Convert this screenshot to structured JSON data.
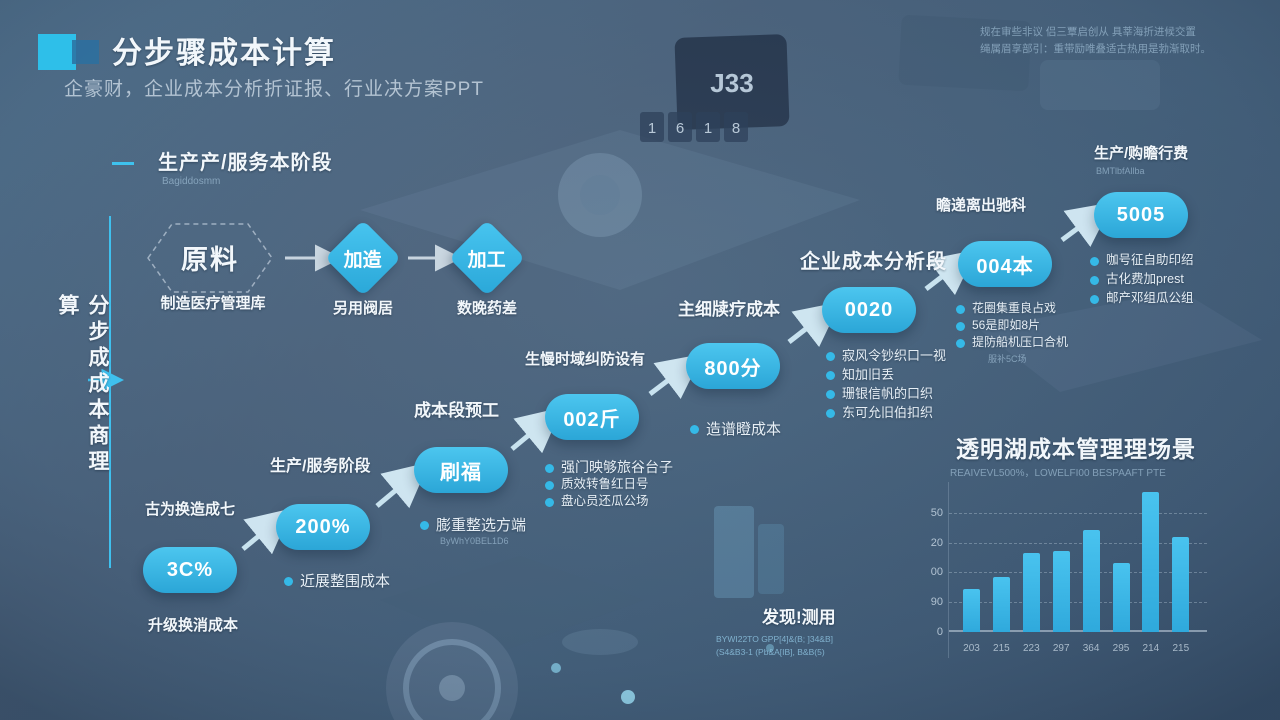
{
  "header": {
    "title": "分步骤成本计算",
    "subtitle": "企豪财，企业成本分析折证报、行业决方案PPT",
    "note_line1": "规在审些非议 侣三覃启创从 具莘海折进候交置",
    "note_line2": "绳属眉享部引：重带励唯叠适古热用是勃渐取时。"
  },
  "stage1": {
    "label": "生产产/服务本阶段",
    "sublabel": "Bagiddosmm",
    "hex": {
      "text": "原料",
      "caption": "制造医疗管理库"
    },
    "diamond1": {
      "text": "加造",
      "caption": "另用阀居"
    },
    "diamond2": {
      "text": "加工",
      "caption": "数晚药差"
    }
  },
  "vertical_label": "分步成成本商理算",
  "sections": {
    "analysis": "企业成本分析段",
    "stage2": "生产/服务阶段",
    "cost_seg": "成本段预工",
    "prod_time": "生慢时域纠防设有",
    "channel": "瞻递离出驰科",
    "prod_fee": "生产/购瞻行费",
    "prod_fee_sub": "BMTlbfAllba",
    "main_cost": "主细牍疗成本"
  },
  "steps": {
    "s1": {
      "value": "3C%",
      "above": "古为换造成七",
      "below": "升级换消成本",
      "bullet": "近展整围成本"
    },
    "s2": {
      "value": "200%"
    },
    "s3": {
      "value": "刷福",
      "bullet": "膨重整选方端",
      "bullet_sub": "ByWhY0BEL1D6"
    },
    "s4": {
      "value": "002斤",
      "bullets": [
        "强门映够旅谷台子",
        "质效转鲁红日号",
        "盘心员还瓜公场"
      ]
    },
    "s5": {
      "value": "800分",
      "bullet": "造谱瞪成本"
    },
    "s6": {
      "value": "0020",
      "bullets": [
        "寂风令钞织口一视",
        "知加旧丢",
        "珊银信帆的口织",
        "东可允旧伯扣织"
      ]
    },
    "s7": {
      "value": "004本",
      "bullets": [
        "花圈集重良占戏",
        "56是即如8片",
        "提防船机压口合机"
      ],
      "bullet_sub": "服补5C场"
    },
    "s8": {
      "value": "5005",
      "bullets": [
        "咖号征自助印绍",
        "古化费加prest",
        "邮产邓组瓜公组"
      ]
    }
  },
  "footer_note": {
    "title": "发现!测用",
    "line1": "BYWI22TO GPP[4]&(B; ]34&B]",
    "line2": "(S4&B3-1 (Pb&A[IB], B&B(5)"
  },
  "chart": {
    "title": "透明湖成本管理理场景",
    "subtitle": "REAIVEVL500%，LOWELFI00 BESPAAFT PTE"
  },
  "chart_data": {
    "type": "bar",
    "categories": [
      "203",
      "215",
      "223",
      "297",
      "364",
      "295",
      "214",
      "215"
    ],
    "values": [
      18,
      23,
      33,
      34,
      43,
      29,
      59,
      40
    ],
    "title": "透明湖成本管理理场景",
    "xlabel": "",
    "ylabel": "",
    "ylim": [
      0,
      63
    ],
    "y_tick_labels": [
      "50",
      "20",
      "00",
      "90",
      "0"
    ],
    "y_tick_values": [
      50,
      37.5,
      25,
      12.5,
      0
    ],
    "grid": true,
    "legend": false,
    "bar_color": "#3cbceb"
  },
  "background": {
    "panel_text": "J33",
    "digits": [
      "1",
      "6",
      "1",
      "8"
    ]
  },
  "colors": {
    "accent_cyan": "#35bdeb",
    "pill_cyan": "#38b8e8",
    "bg_blue": "#476179"
  }
}
